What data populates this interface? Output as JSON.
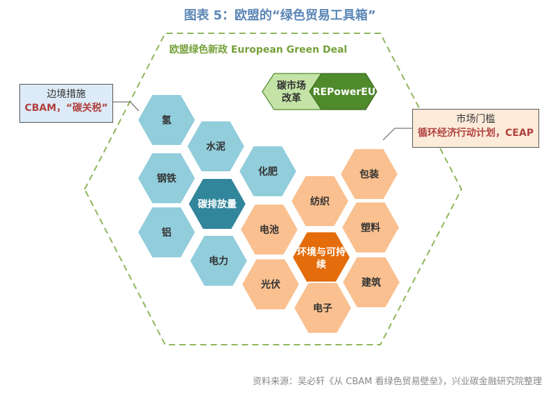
{
  "title": "图表 5：欧盟的“绿色贸易工具箱”",
  "green_deal_label": "欧盟绿色新政 European Green Deal",
  "left_callout": {
    "line1": "边境措施",
    "line2": "CBAM，“碳关税”"
  },
  "right_callout": {
    "line1": "市场门槛",
    "line2": "循环经济行动计划，CEAP"
  },
  "pills": {
    "left": [
      "碳市场",
      "改革"
    ],
    "right": "REPowerEU"
  },
  "hexagons": {
    "hydrogen": "氢",
    "cement": "水泥",
    "steel": "钢铁",
    "fertilizer": "化肥",
    "carbon_emissions": "碳排放量",
    "aluminum": "铝",
    "electricity": "电力",
    "battery": "电池",
    "textile": "纺织",
    "packaging": "包装",
    "sustainability": [
      "环境与可持",
      "续"
    ],
    "plastics": "塑料",
    "photovoltaic": "光伏",
    "construction": "建筑",
    "electronics": "电子"
  },
  "source": "资料来源：吴必轩《从 CBAM 看绿色贸易壁垒》，兴业碳金融研究院整理",
  "colors": {
    "blue_hex": "#92cddc",
    "blue_dark_hex": "#31869b",
    "orange_hex": "#fac090",
    "orange_dark_hex": "#e46c0a",
    "green_light": "#c4e3a6",
    "green_dark": "#4f8a2b",
    "dash_border": "#8fb55a"
  }
}
